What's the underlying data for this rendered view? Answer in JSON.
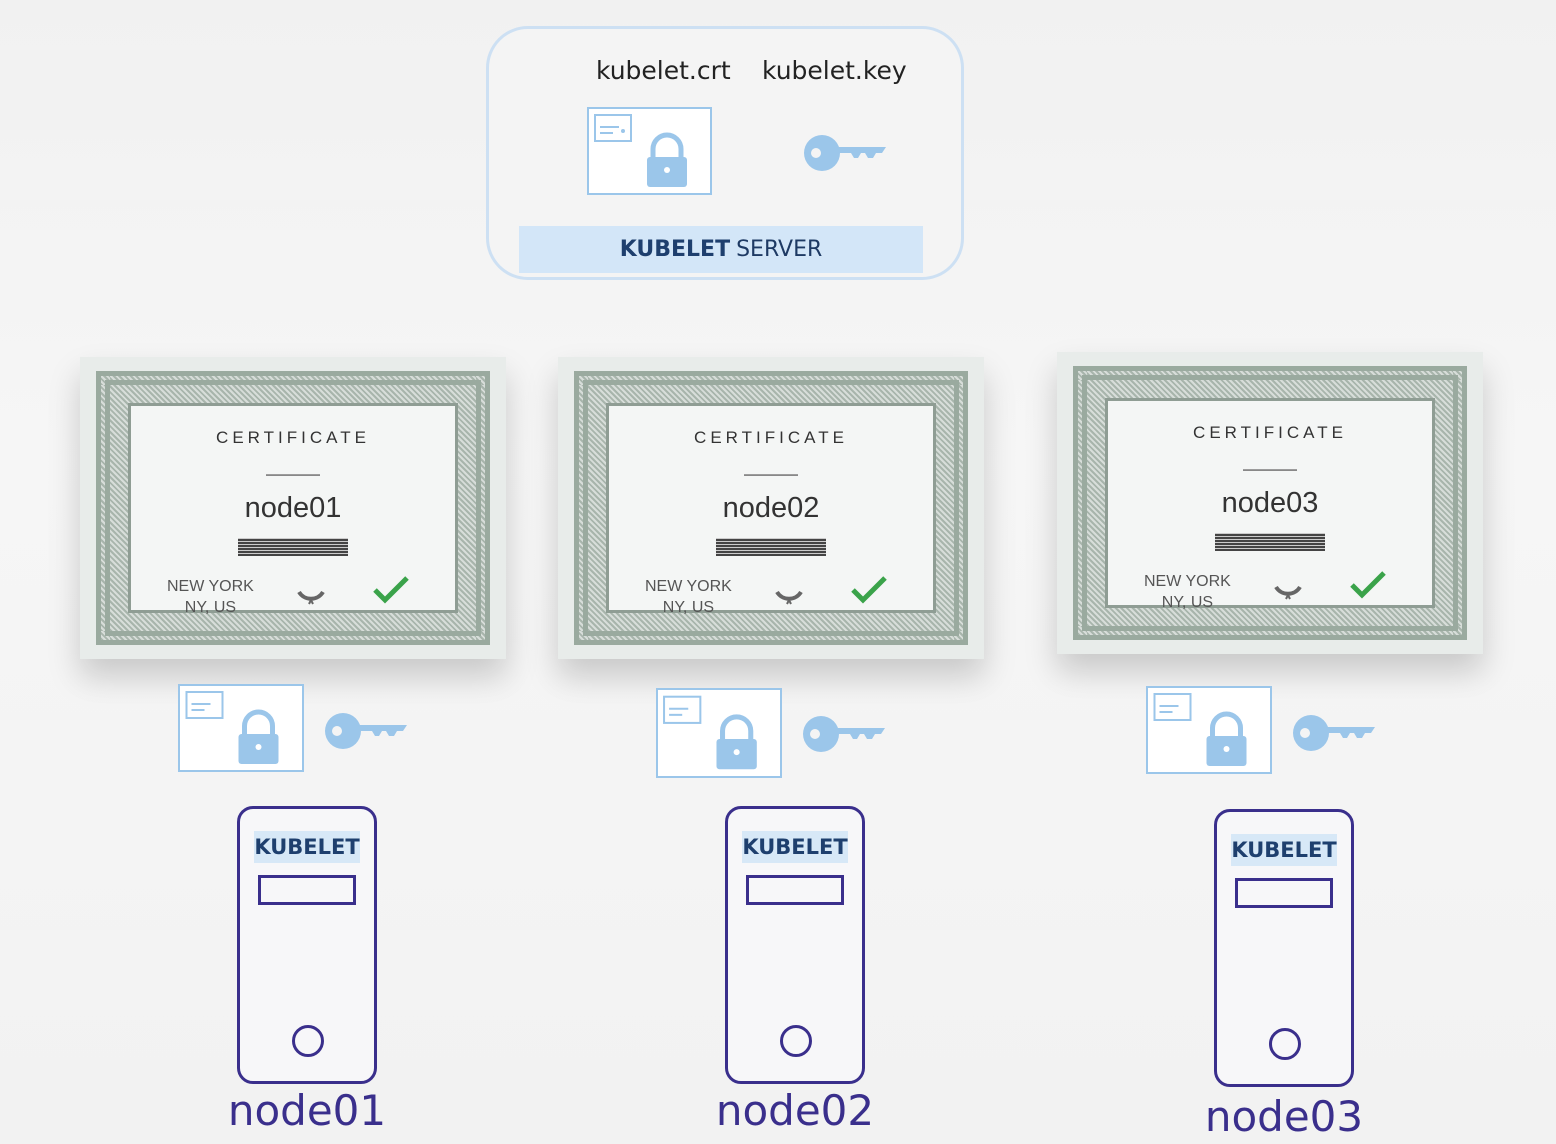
{
  "server": {
    "crt_label": "kubelet.crt",
    "key_label": "kubelet.key",
    "bar_bold": "KUBELET",
    "bar_rest": "SERVER"
  },
  "certificates": [
    {
      "title": "CERTIFICATE",
      "name": "node01",
      "city": "NEW YORK",
      "region": "NY, US"
    },
    {
      "title": "CERTIFICATE",
      "name": "node02",
      "city": "NEW YORK",
      "region": "NY, US"
    },
    {
      "title": "CERTIFICATE",
      "name": "node03",
      "city": "NEW YORK",
      "region": "NY, US"
    }
  ],
  "nodes": [
    {
      "box_label": "KUBELET",
      "name": "node01"
    },
    {
      "box_label": "KUBELET",
      "name": "node02"
    },
    {
      "box_label": "KUBELET",
      "name": "node03"
    }
  ],
  "colors": {
    "accent_blue": "#9bc6ea",
    "node_purple": "#3a2f8c",
    "label_blue": "#1e3f6e"
  }
}
